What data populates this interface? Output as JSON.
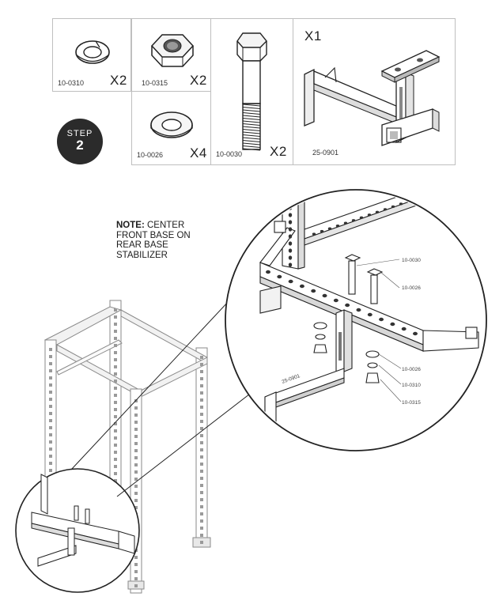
{
  "parts": [
    {
      "part_number": "10-0310",
      "qty": "X2",
      "icon": "lock-washer-icon"
    },
    {
      "part_number": "10-0315",
      "qty": "X2",
      "icon": "hex-nut-icon"
    },
    {
      "part_number": "10-0026",
      "qty": "X4",
      "icon": "flat-washer-icon"
    },
    {
      "part_number": "10-0030",
      "qty": "X2",
      "icon": "hex-bolt-icon"
    },
    {
      "part_number": "25-0901",
      "qty": "X1",
      "icon": "front-base-bracket-icon"
    }
  ],
  "step": {
    "label": "STEP",
    "number": "2"
  },
  "note": {
    "bold": "NOTE:",
    "line1": " CENTER",
    "line2": "FRONT BASE ON",
    "line3": "REAR BASE",
    "line4": "STABILIZER"
  },
  "callouts": {
    "bolt": "10-0030",
    "washer_top": "10-0026",
    "washer_bottom": "10-0026",
    "lock_washer": "10-0310",
    "nut": "10-0315",
    "bracket": "25-0901"
  },
  "colors": {
    "line": "#222222",
    "grid_border": "#bfbfbf",
    "badge": "#2b2b2b",
    "frame": "#8a8a8a"
  }
}
